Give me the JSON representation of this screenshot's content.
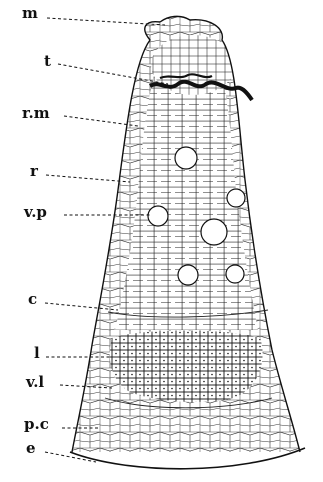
{
  "labels": [
    {
      "id": "m",
      "text": "m"
    },
    {
      "id": "t",
      "text": "t"
    },
    {
      "id": "rm",
      "text": "r.m"
    },
    {
      "id": "r",
      "text": "r"
    },
    {
      "id": "vp",
      "text": "v.p"
    },
    {
      "id": "c",
      "text": "c"
    },
    {
      "id": "l",
      "text": "l"
    },
    {
      "id": "vl",
      "text": "v.l"
    },
    {
      "id": "pc",
      "text": "p.c"
    },
    {
      "id": "e",
      "text": "e"
    }
  ],
  "colors": {
    "ink": "#1a1a1a",
    "background": "#ffffff"
  }
}
